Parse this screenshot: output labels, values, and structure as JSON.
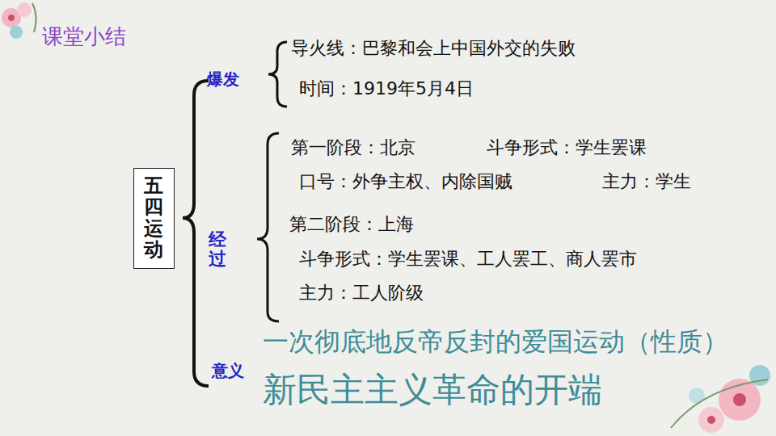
{
  "diagram": {
    "title": "课堂小结",
    "nodes": [
      {
        "text": [
          "五四运动"
        ]
      }
    ],
    "labels": [
      "爆发",
      "导火线：巴黎和会上中国外交的失败",
      "时间：1919年5月4日",
      "经过",
      "第一阶段：北京",
      "斗争形式：学生罢课",
      "口号：外争主权、内除国贼",
      "主力：学生",
      "第二阶段：上海",
      "斗争形式：学生罢课、工人罢工、商人罢市",
      "主力：工人阶级",
      "意义",
      "一次彻底地反帝反封的爱国运动（性质）",
      "新民主主义革命的开端"
    ]
  }
}
